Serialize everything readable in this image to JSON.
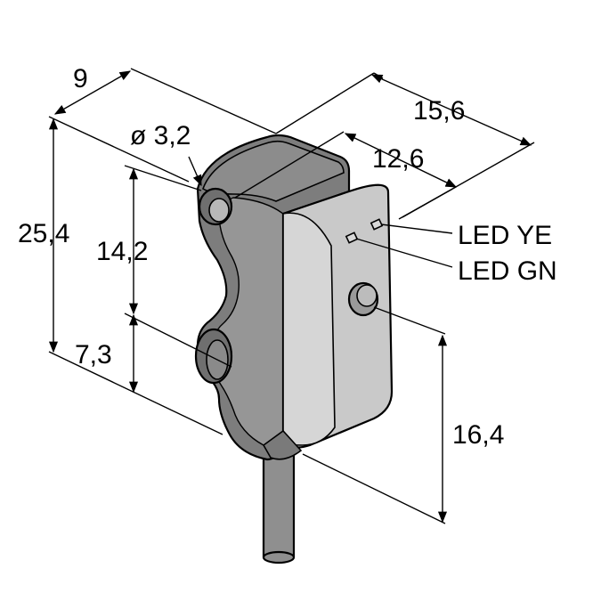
{
  "diagram": {
    "dimensions": {
      "width_top": "9",
      "hole_diameter": "ø 3,2",
      "depth_total": "15,6",
      "depth_front": "12,6",
      "height_total": "25,4",
      "hole_spacing": "14,2",
      "hole_bottom": "7,3",
      "led_height": "16,4"
    },
    "labels": {
      "led_ye": "LED YE",
      "led_gn": "LED GN"
    },
    "colors": {
      "body_dark": "#7d7d7d",
      "body_mid": "#9a9a9a",
      "face_light": "#c9c9c9",
      "cable": "#8f8f8f"
    }
  }
}
